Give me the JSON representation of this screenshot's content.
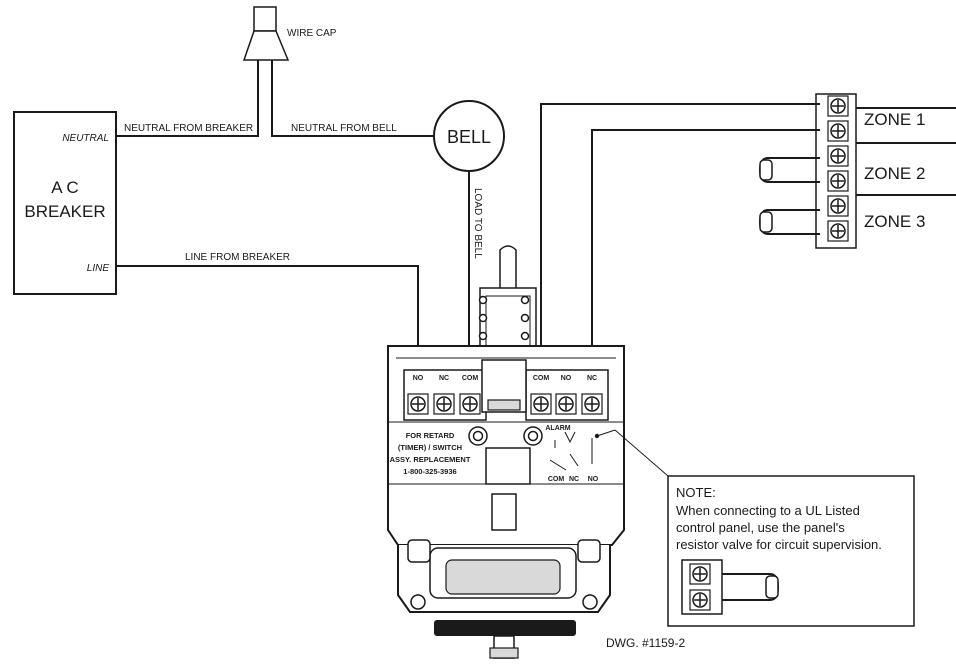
{
  "wire_cap_label": "WIRE CAP",
  "breaker": {
    "title_line1": "A C",
    "title_line2": "BREAKER",
    "neutral_label": "NEUTRAL",
    "line_label": "LINE"
  },
  "wires": {
    "neutral_from_breaker": "NEUTRAL FROM BREAKER",
    "neutral_from_bell": "NEUTRAL FROM BELL",
    "line_from_breaker": "LINE FROM BREAKER",
    "load_to_bell": "LOAD TO BELL"
  },
  "bell_label": "BELL",
  "zones": [
    "ZONE 1",
    "ZONE 2",
    "ZONE 3"
  ],
  "switch": {
    "left_terminals": [
      "NO",
      "NC",
      "COM"
    ],
    "right_terminals": [
      "COM",
      "NO",
      "NC"
    ],
    "retard_lines": [
      "FOR RETARD",
      "(TIMER) / SWITCH",
      "ASSY. REPLACEMENT",
      "1-800-325-3936"
    ],
    "alarm_label": "ALARM",
    "contact_labels": [
      "COM",
      "NC",
      "NO"
    ]
  },
  "note": {
    "heading": "NOTE:",
    "lines": [
      "When connecting to a UL Listed",
      "control panel, use the panel's",
      "resistor valve for circuit supervision."
    ]
  },
  "drawing_number": "DWG. #1159-2"
}
